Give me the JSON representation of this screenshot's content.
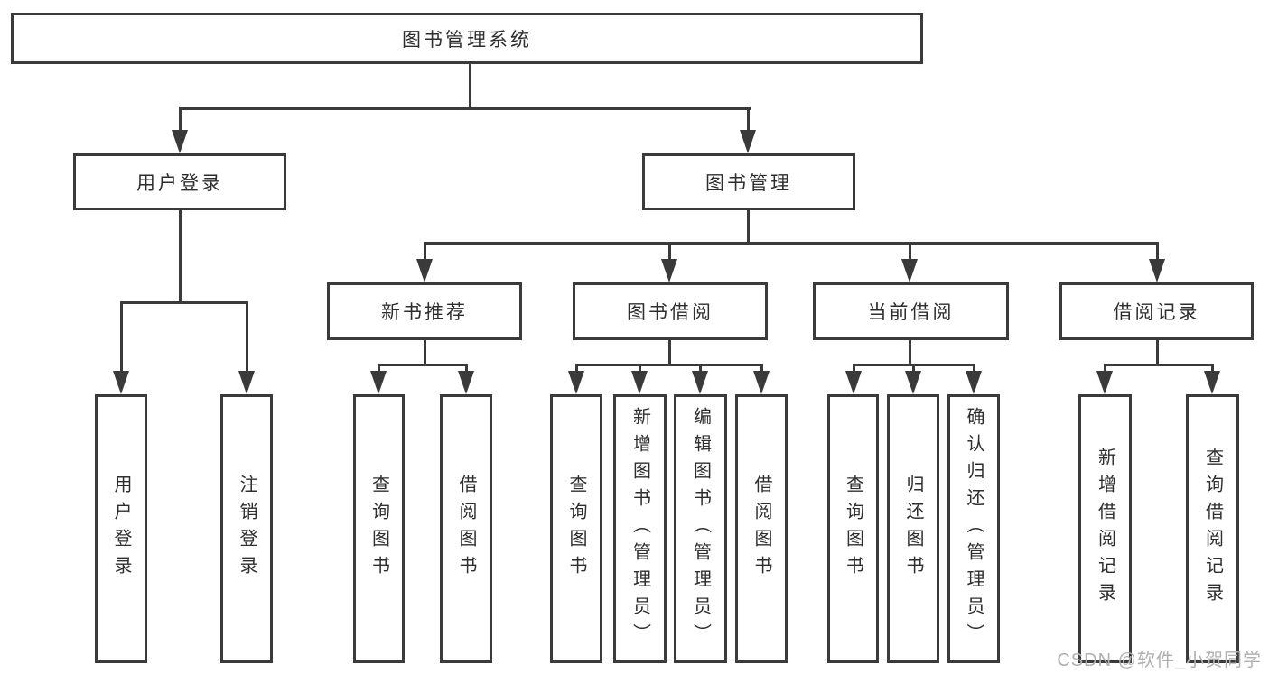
{
  "colors": {
    "line": "#3a3a3a",
    "text": "#2e2e2e",
    "watermark": "#b0b0b0",
    "bg": "#ffffff"
  },
  "tree": {
    "label": "图书管理系统",
    "children": [
      {
        "label": "用户登录",
        "children": [
          {
            "label": "用户登录"
          },
          {
            "label": "注销登录"
          }
        ]
      },
      {
        "label": "图书管理",
        "children": [
          {
            "label": "新书推荐",
            "children": [
              {
                "label": "查询图书"
              },
              {
                "label": "借阅图书"
              }
            ]
          },
          {
            "label": "图书借阅",
            "children": [
              {
                "label": "查询图书"
              },
              {
                "label": "新增图书（管理员）"
              },
              {
                "label": "编辑图书（管理员）"
              },
              {
                "label": "借阅图书"
              }
            ]
          },
          {
            "label": "当前借阅",
            "children": [
              {
                "label": "查询图书"
              },
              {
                "label": "归还图书"
              },
              {
                "label": "确认归还（管理员）"
              }
            ]
          },
          {
            "label": "借阅记录",
            "children": [
              {
                "label": "新增借阅记录"
              },
              {
                "label": "查询借阅记录"
              }
            ]
          }
        ]
      }
    ]
  },
  "watermark": {
    "label": "CSDN @软件_小贺同学"
  }
}
